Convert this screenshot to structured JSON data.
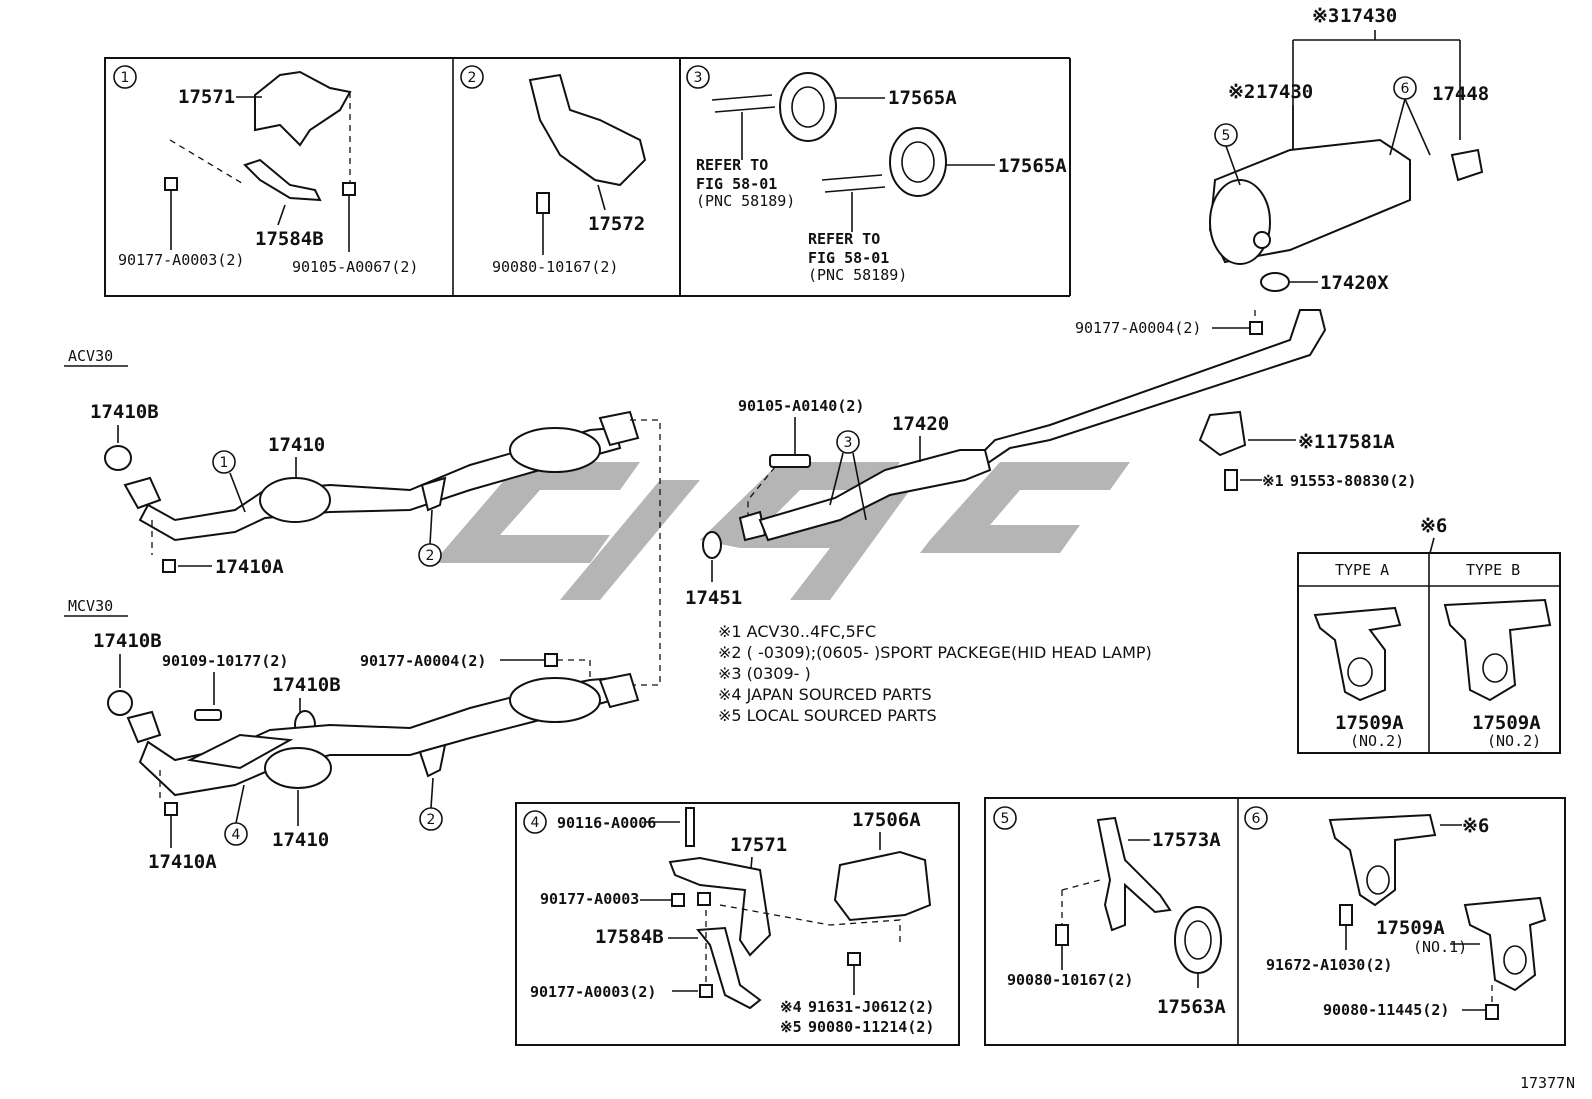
{
  "diagram": {
    "figure_id": "17377",
    "figure_suffix": "N",
    "model_labels": {
      "acv": "ACV30",
      "mcv": "MCV30"
    },
    "insets": {
      "box1": {
        "num": "1",
        "bracket": "17571",
        "lower_bracket": "17584B",
        "nut": "90177-A0003(2)",
        "bolt": "90105-A0067(2)"
      },
      "box2": {
        "num": "2",
        "bracket": "17572",
        "bolt": "90080-10167(2)"
      },
      "box3": {
        "num": "3",
        "hanger_a": "17565A",
        "hanger_b": "17565A",
        "refer_line1": "REFER TO",
        "refer_line2": "FIG 58-01",
        "refer_line3": "(PNC 58189)"
      },
      "box4": {
        "num": "4",
        "stud": "90116-A0006",
        "bracket": "17571",
        "nut": "90177-A0003",
        "lower_bracket": "17584B",
        "nut2": "90177-A0003(2)",
        "insulator": "17506A",
        "note4_mark": "※4",
        "part4": "91631-J0612(2)",
        "note5_mark": "※5",
        "part5": "90080-11214(2)"
      },
      "box5": {
        "num": "5",
        "bracket": "17573A",
        "bolt": "90080-10167(2)",
        "hanger": "17563A"
      },
      "box6": {
        "num": "6",
        "mark": "※6",
        "support": "17509A",
        "support_sub": "(NO.1)",
        "bolt1": "91672-A1030(2)",
        "bolt2": "90080-11445(2)"
      }
    },
    "type_table": {
      "mark": "※6",
      "col_a": "TYPE A",
      "col_b": "TYPE B",
      "part_a": "17509A",
      "part_a_sub": "(NO.2)",
      "part_b": "17509A",
      "part_b_sub": "(NO.2)"
    },
    "muffler": {
      "assy_mark": "※3",
      "assy": "17430",
      "sub_mark": "※2",
      "sub": "17430",
      "circle5": "5",
      "circle6": "6",
      "tip": "17448",
      "gasket": "17420X",
      "nut": "90177-A0004(2)",
      "hanger_mark": "※1",
      "hanger": "17581A",
      "bolt_mark": "※1",
      "bolt": "91553-80830(2)"
    },
    "center_pipe": {
      "bolt": "90105-A0140(2)",
      "pipe": "17420",
      "circle3": "3",
      "gasket": "17451"
    },
    "acv30": {
      "gasket": "17410B",
      "pipe": "17410",
      "nut": "17410A",
      "circle1": "1",
      "circle2": "2"
    },
    "mcv30": {
      "gasket": "17410B",
      "bolt": "90109-10177(2)",
      "gasket2": "17410B",
      "nut_top": "90177-A0004(2)",
      "nut": "17410A",
      "pipe": "17410",
      "circle4": "4",
      "circle2": "2"
    },
    "notes": [
      "※1 ACV30..4FC,5FC",
      "※2 (      -0309);(0605-       )SPORT PACKEGE(HID HEAD LAMP)",
      "※3 (0309-       )",
      "※4 JAPAN SOURCED PARTS",
      "※5 LOCAL SOURCED PARTS"
    ]
  }
}
